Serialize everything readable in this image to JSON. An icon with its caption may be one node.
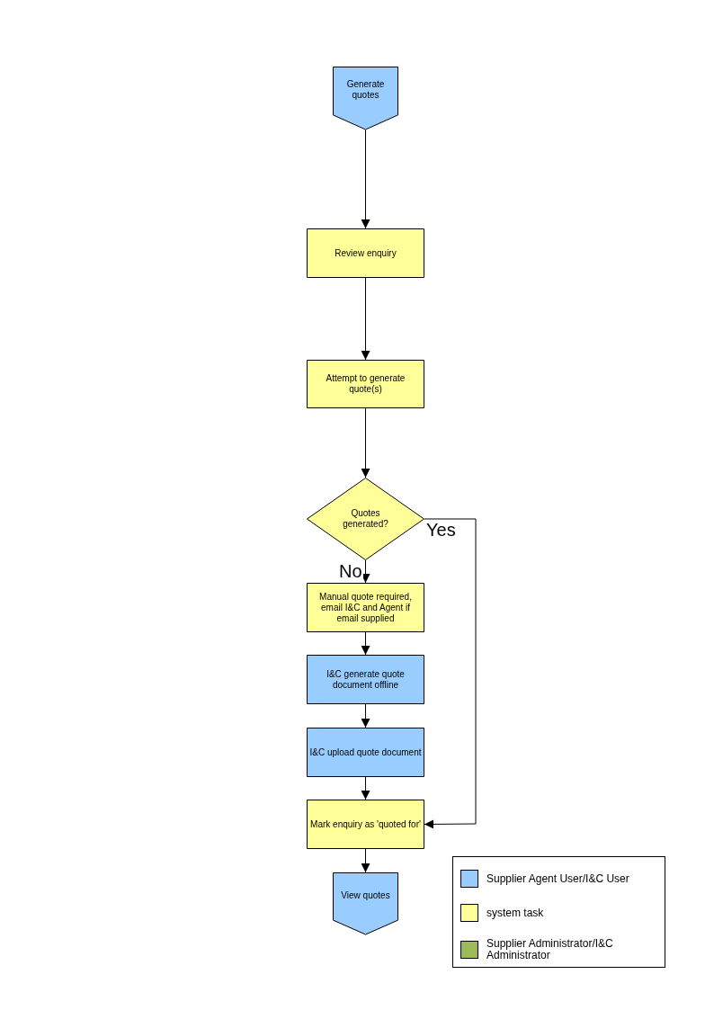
{
  "diagram": {
    "nodes": [
      {
        "text": [
          "Generate quotes"
        ]
      },
      {
        "text": [
          "Review enquiry"
        ]
      },
      {
        "text": [
          "Attempt to generate quote(s)"
        ]
      },
      {
        "text": [
          "Quotes generated?"
        ]
      },
      {
        "text": [
          "Manual quote required, email I&C and Agent if email supplied"
        ]
      },
      {
        "text": [
          "I&C generate quote document offline"
        ]
      },
      {
        "text": [
          "I&C upload quote document"
        ]
      },
      {
        "text": [
          "Mark enquiry as 'quoted for'"
        ]
      },
      {
        "text": [
          "View quotes"
        ]
      }
    ],
    "edges": [
      {
        "from": 0,
        "to": 1,
        "arrow": "to"
      },
      {
        "from": 1,
        "to": 2,
        "arrow": "to"
      },
      {
        "from": 2,
        "to": 3,
        "arrow": "to"
      },
      {
        "from": 3,
        "to": 4,
        "arrow": "to",
        "label": "No"
      },
      {
        "from": 4,
        "to": 5,
        "arrow": "to"
      },
      {
        "from": 5,
        "to": 6,
        "arrow": "to"
      },
      {
        "from": 6,
        "to": 7,
        "arrow": "to"
      },
      {
        "from": 3,
        "to": 7,
        "arrow": "to",
        "label": "Yes"
      },
      {
        "from": 7,
        "to": 8,
        "arrow": "to"
      }
    ],
    "legend": [
      {
        "text": "Supplier Agent User/I&C User",
        "color": "#99ccff"
      },
      {
        "text": "system task",
        "color": "#ffff99"
      },
      {
        "text": "Supplier Administrator/I&C Administrator",
        "color": "#9bbb59"
      }
    ]
  }
}
